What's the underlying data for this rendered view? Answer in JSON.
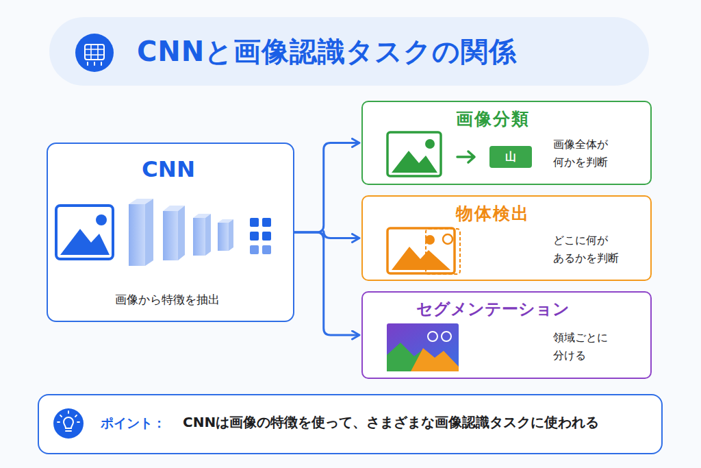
{
  "diagram": {
    "title": "CNNと画像認識タスクの関係",
    "nodes": [
      {
        "text": [
          "CNN",
          "画像から特徴を抽出"
        ]
      },
      {
        "text": [
          "画像分類",
          "画像全体が 何かを判断"
        ]
      },
      {
        "text": [
          "山"
        ],
        "in": 1
      },
      {
        "text": [
          "物体検出",
          "どこに何が あるかを判断"
        ]
      },
      {
        "text": [
          "セグメンテーション",
          "領域ごとに 分ける"
        ]
      },
      {
        "text": [
          "ポイント：",
          "CNNは画像の特徴を使って、さまざまな画像認識タスクに使われる"
        ]
      }
    ],
    "edges": [
      {
        "from": 0,
        "to": 1,
        "arrow": "to"
      },
      {
        "from": 0,
        "to": 3,
        "arrow": "to"
      },
      {
        "from": 0,
        "to": 4,
        "arrow": "to"
      }
    ]
  }
}
